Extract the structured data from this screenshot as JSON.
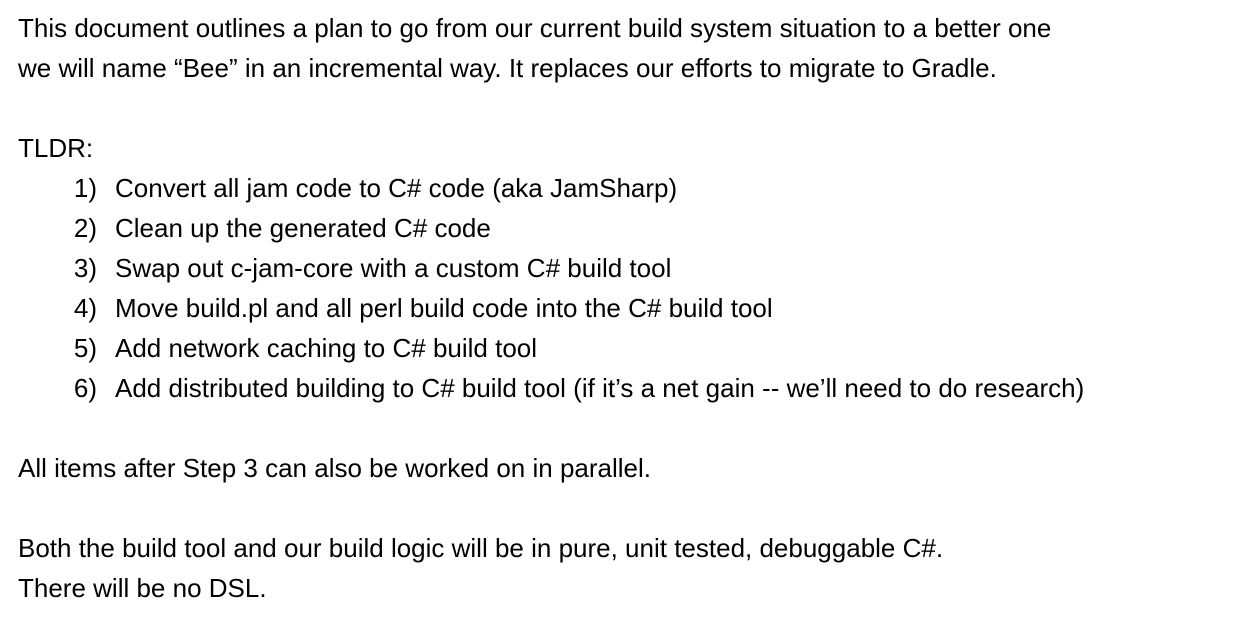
{
  "intro": {
    "line1": "This document outlines a plan to go from our current build system situation to a better one",
    "line2": "we will name “Bee” in an incremental way. It replaces our efforts to migrate to Gradle."
  },
  "tldr": {
    "label": "TLDR:",
    "items": [
      {
        "num": "1)",
        "text": "Convert all jam code to C# code  (aka JamSharp)"
      },
      {
        "num": "2)",
        "text": "Clean up the generated C# code"
      },
      {
        "num": "3)",
        "text": "Swap out c-jam-core with a custom C# build tool"
      },
      {
        "num": "4)",
        "text": "Move build.pl and all perl build code into the C# build tool"
      },
      {
        "num": "5)",
        "text": "Add network caching to C# build tool"
      },
      {
        "num": "6)",
        "text": "Add distributed building to C# build tool (if it’s a net gain -- we’ll need to do research)"
      }
    ]
  },
  "parallel": {
    "text": "All items after Step 3 can also be worked on in parallel."
  },
  "closing": {
    "line1": "Both the build tool and our build logic will be in pure, unit tested, debuggable C#.",
    "line2": "There will be no DSL."
  }
}
